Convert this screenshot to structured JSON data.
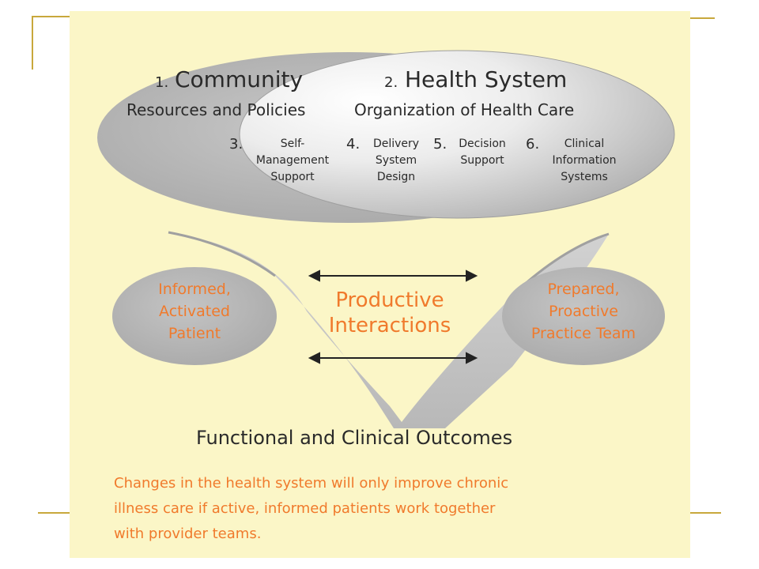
{
  "model": {
    "community": {
      "num": "1.",
      "title": "Community",
      "subtitle": "Resources and Policies"
    },
    "health_system": {
      "num": "2.",
      "title": "Health System",
      "subtitle": "Organization of Health Care"
    },
    "elements": [
      {
        "num": "3.",
        "lines": [
          "Self-",
          "Management",
          "Support"
        ]
      },
      {
        "num": "4.",
        "lines": [
          "Delivery",
          "System",
          "Design"
        ]
      },
      {
        "num": "5.",
        "lines": [
          "Decision",
          "Support"
        ]
      },
      {
        "num": "6.",
        "lines": [
          "Clinical",
          "Information",
          "Systems"
        ]
      }
    ],
    "patient": [
      "Informed,",
      "Activated",
      "Patient"
    ],
    "interactions": [
      "Productive",
      "Interactions"
    ],
    "team": [
      "Prepared,",
      "Proactive",
      "Practice Team"
    ],
    "outcomes": "Functional and Clinical Outcomes",
    "caption": [
      "Changes in the health system will only improve chronic",
      "illness care if active, informed patients work together",
      "with provider teams."
    ]
  },
  "colors": {
    "panel_bg": "#fbf6c7",
    "ellipse_gray": "#b9b9b9",
    "arrow_gray": "#c4c4c4",
    "orange_text": "#f07a2c",
    "frame_gold": "#c8a83c"
  }
}
